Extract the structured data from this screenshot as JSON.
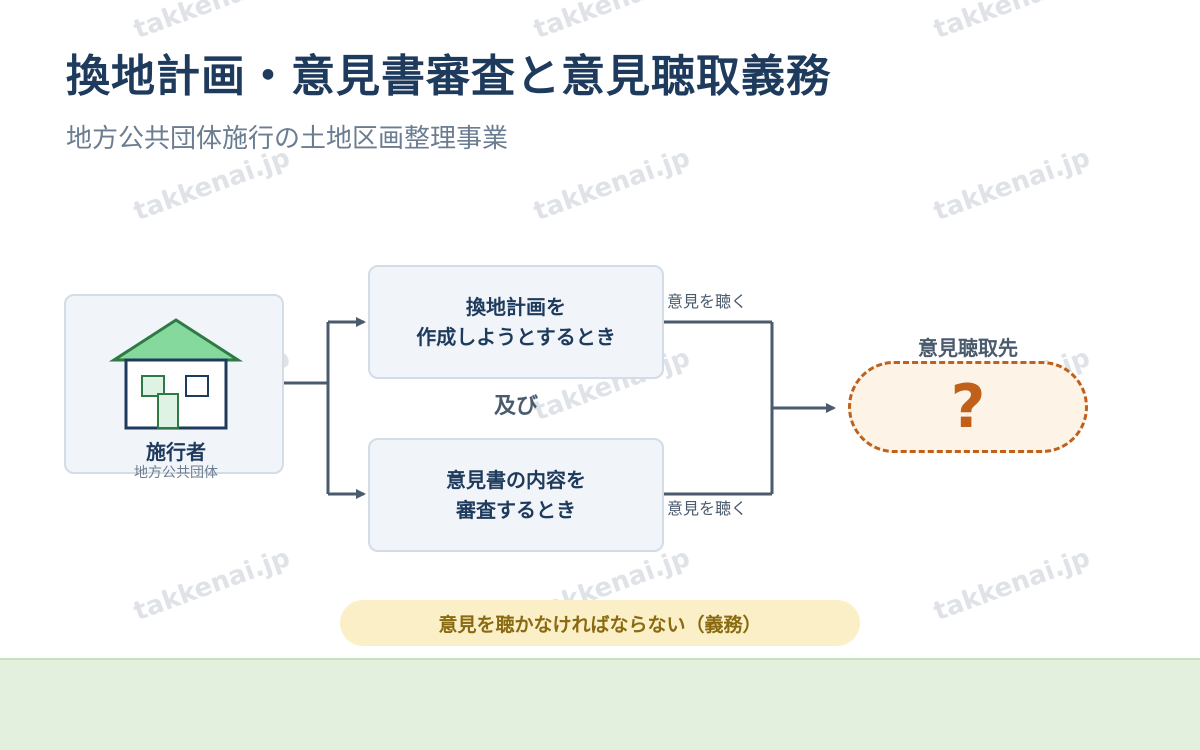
{
  "header": {
    "title": "換地計画・意見書審査と意見聴取義務",
    "subtitle": "地方公共団体施行の土地区画整理事業"
  },
  "actor": {
    "name": "施行者",
    "sub": "地方公共団体",
    "icon": "house-icon"
  },
  "conditions": [
    {
      "line1": "換地計画を",
      "line2": "作成しようとするとき"
    },
    {
      "line1": "意見書の内容を",
      "line2": "審査するとき"
    }
  ],
  "conjunction": "及び",
  "edge_labels": [
    "意見を聴く",
    "意見を聴く"
  ],
  "target": {
    "label": "意見聴取先",
    "mark": "?"
  },
  "obligation": "意見を聴かなければならない（義務）",
  "watermark": "takkenai.jp",
  "colors": {
    "primary": "#1e3a5c",
    "accent": "#c0601a",
    "roof": "#86d99c",
    "obligation_bg": "#fbefc8"
  }
}
